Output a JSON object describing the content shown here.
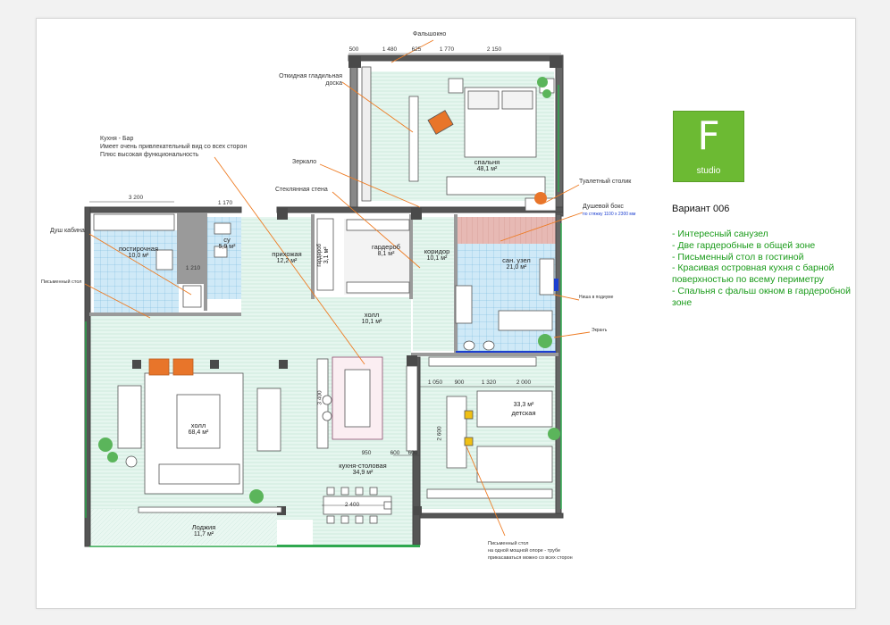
{
  "variant_title": "Вариант 006",
  "features": [
    "- Интересный санузел",
    "- Две гардеробные в общей зоне",
    "- Письменный стол в гостиной",
    "- Красивая островная кухня с барной поверхностью по всему периметру",
    "- Спальня с фальш окном в гардеробной зоне"
  ],
  "logo": {
    "letter": "F",
    "word": "studio",
    "color": "#6cba33"
  },
  "rooms": {
    "bedroom": {
      "name": "спальня",
      "area": "48,1 м²"
    },
    "pantry": {
      "name": "постирочная",
      "area": "10,0 м²"
    },
    "wc": {
      "name": "су",
      "area": "5,9 м²"
    },
    "entry": {
      "name": "прихожая",
      "area": "12,2 м²"
    },
    "wardrobe1": {
      "name": "гардероб",
      "area": "3,1 м²"
    },
    "wardrobe2": {
      "name": "гардероб",
      "area": "8,1 м²"
    },
    "corridor": {
      "name": "коридор",
      "area": "10,1 м²"
    },
    "bath": {
      "name": "сан. узел",
      "area": "21,0 м²"
    },
    "hall_small": {
      "name": "холл",
      "area": "10,1 м²"
    },
    "hall_big": {
      "name": "холл",
      "area": "68,4 м²"
    },
    "kitchen": {
      "name": "кухня-столовая",
      "area": "34,9 м²"
    },
    "kids": {
      "name": "детская",
      "area": "33,3 м²"
    },
    "loggia": {
      "name": "Лоджия",
      "area": "11,7 м²"
    }
  },
  "annotations": {
    "false_window": "Фальшокно",
    "ironing_board": "Откидная гладильная доска",
    "kitchen_bar_title": "Кухня - Бар",
    "kitchen_bar_line2": "Имеет очень привлекательный вид со всех сторон",
    "kitchen_bar_line3": "Плюс высокая функциональность",
    "mirror": "Зеркало",
    "glass_wall": "Стеклянная стена",
    "shower_cabin": "Душ кабина",
    "desk_left": "Письменный стол",
    "vanity": "Туалетный столик",
    "shower_box": "Душевой бокс",
    "shower_size": "по стяжку 1100 х 2300 мм",
    "niche": "Ниша в подиуме",
    "screen": "Экранъ",
    "desk_bottom_1": "Письменный стол",
    "desk_bottom_2": "на одной мощной опоре - трубе",
    "desk_bottom_3": "прикасаваться можно со всех сторон"
  },
  "dimensions": {
    "top": [
      "500",
      "1 480",
      "625",
      "1 770",
      "2 150"
    ],
    "left_top": "3 200",
    "wc_w": "1 170",
    "wc_inner": "1 210",
    "kids_1": "1 050",
    "kids_2": "900",
    "kids_3": "1 320",
    "kids_4": "2 000",
    "kitchen_1": "950",
    "kitchen_2": "600",
    "kitchen_3": "600",
    "table": "2 400",
    "island_h": "3 400",
    "kids_h": "2 600"
  }
}
